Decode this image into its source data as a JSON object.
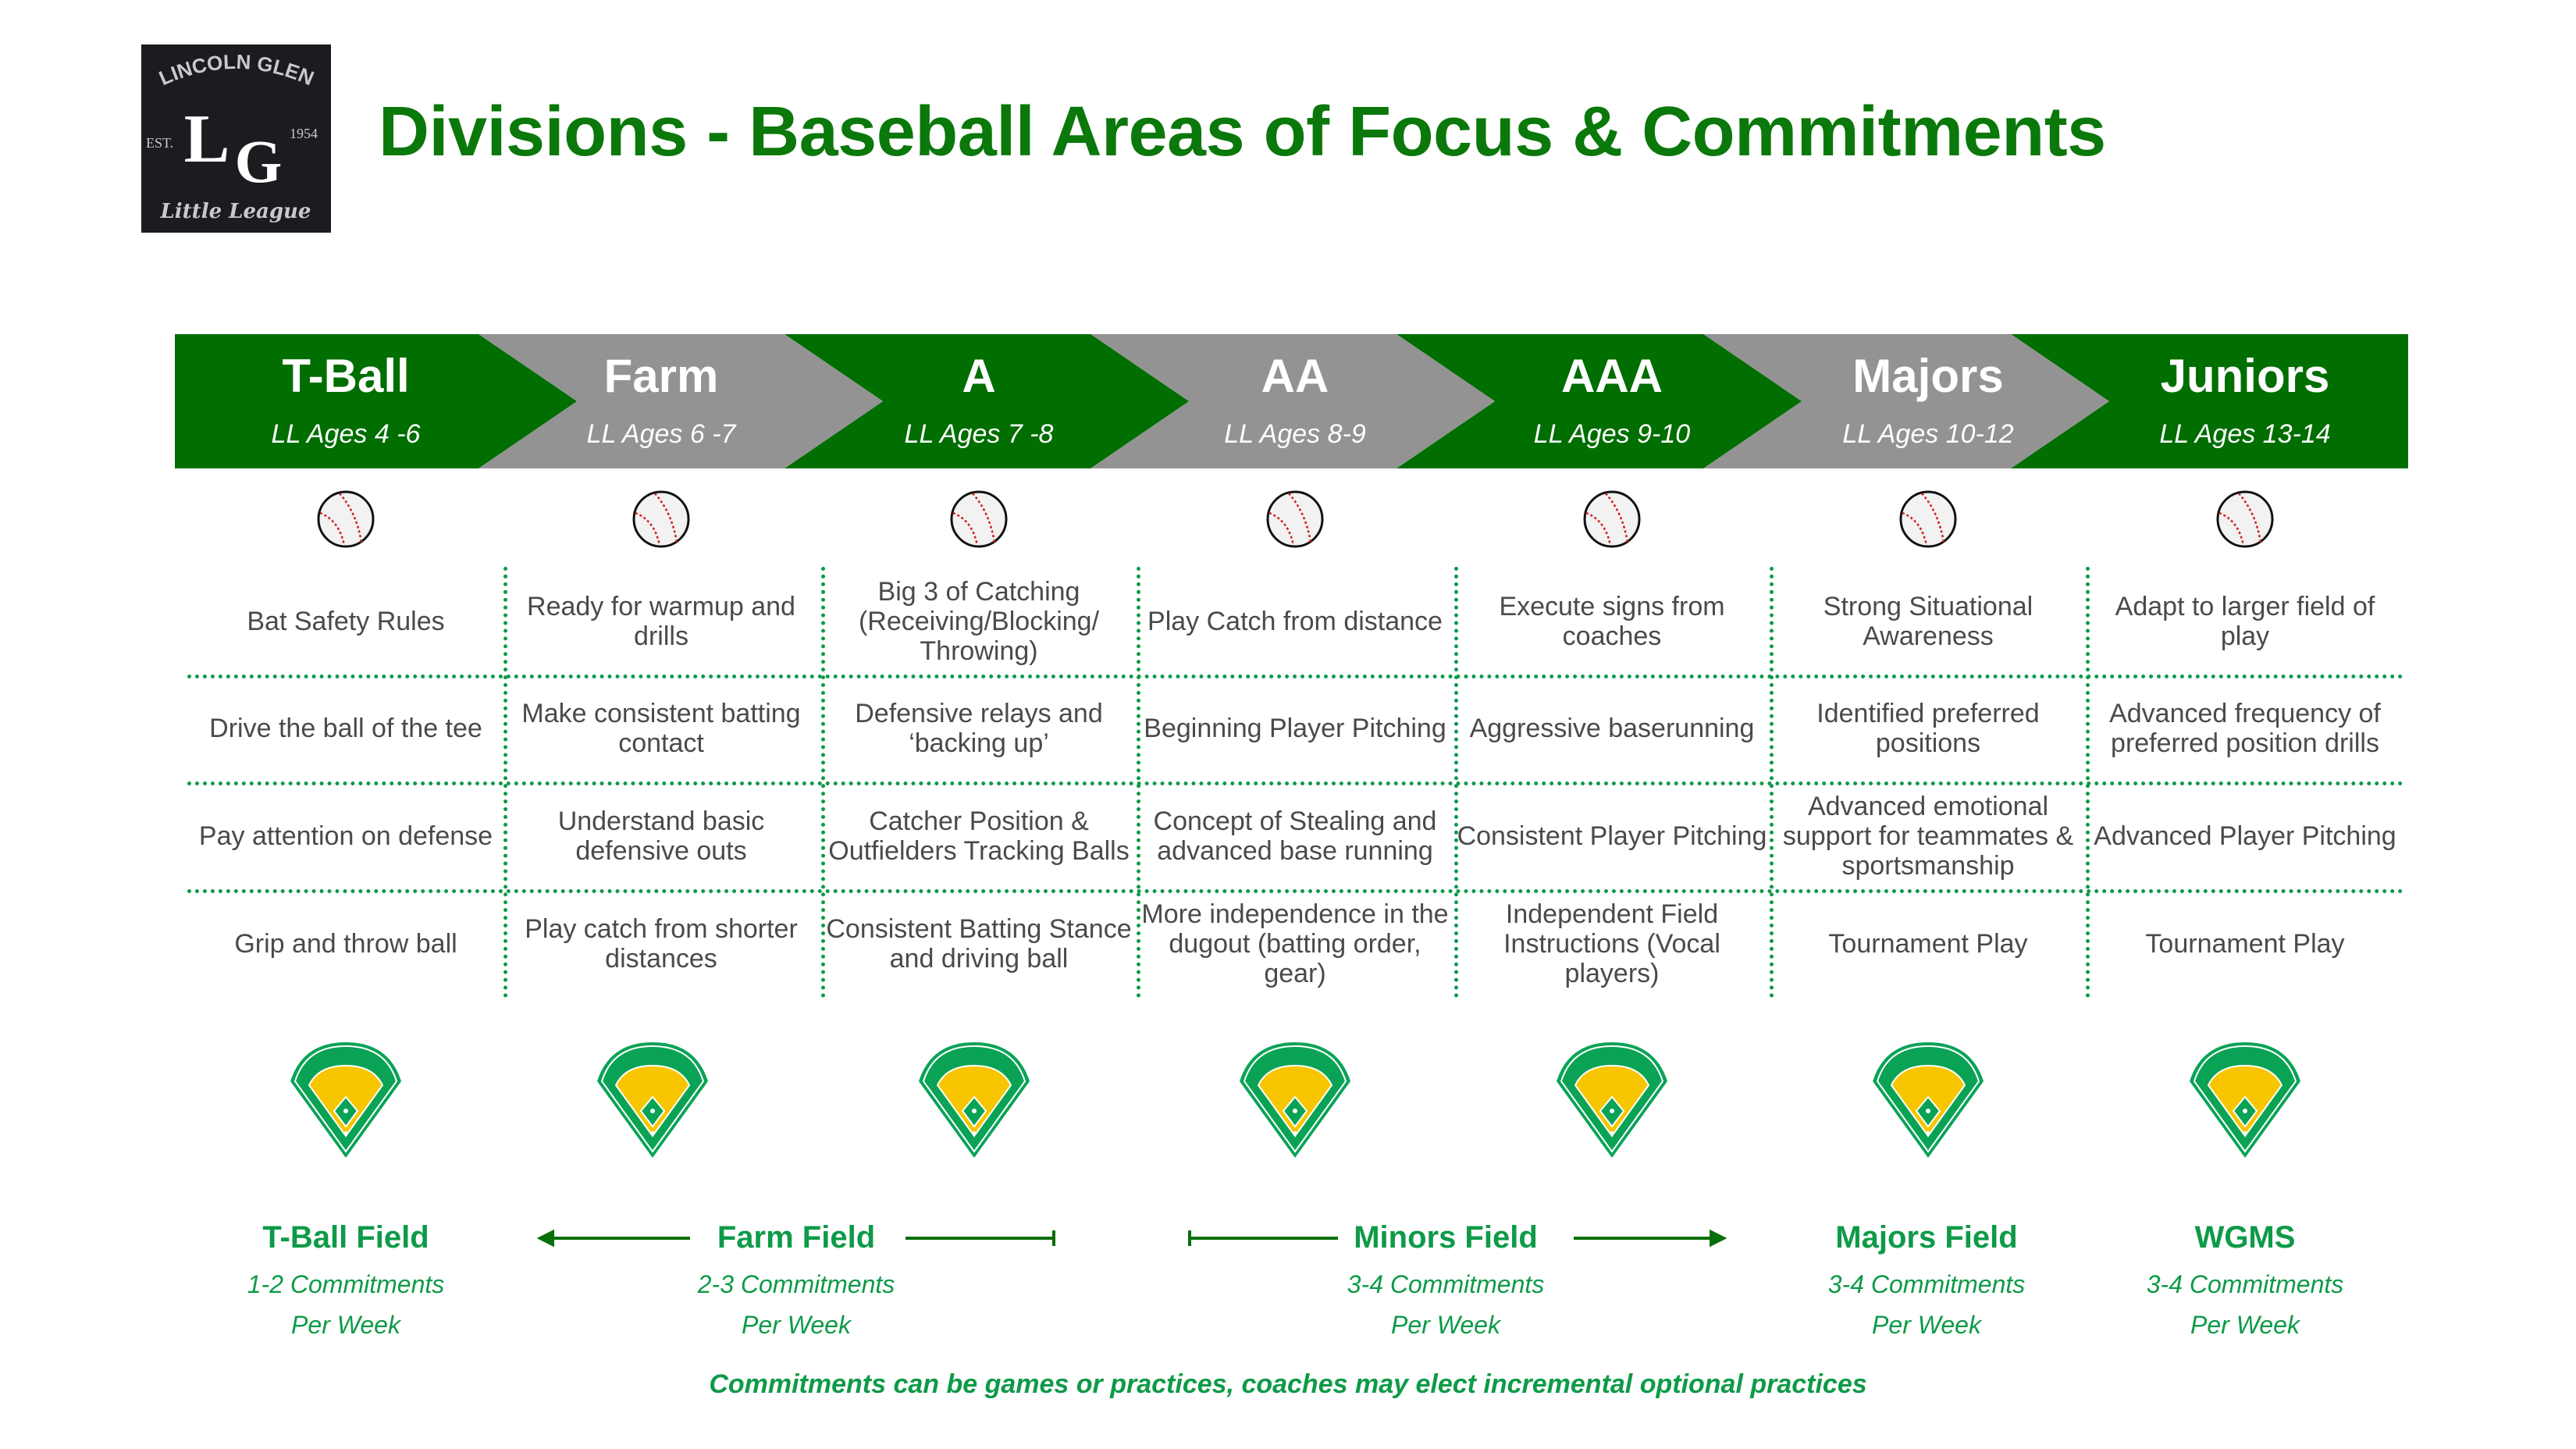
{
  "header": {
    "title": "Divisions - Baseball Areas of Focus & Commitments",
    "logo_text": [
      "LINCOLN GLEN",
      "LG",
      "EST.",
      "1954",
      "Little League"
    ]
  },
  "colors": {
    "green": "#006e00",
    "gray": "#939393",
    "text_green": "#0e9a48"
  },
  "divisions": [
    {
      "name": "T-Ball",
      "ages": "LL Ages 4 -6"
    },
    {
      "name": "Farm",
      "ages": "LL Ages 6 -7"
    },
    {
      "name": "A",
      "ages": "LL Ages 7 -8"
    },
    {
      "name": "AA",
      "ages": "LL Ages 8-9"
    },
    {
      "name": "AAA",
      "ages": "LL Ages 9-10"
    },
    {
      "name": "Majors",
      "ages": "LL Ages 10-12"
    },
    {
      "name": "Juniors",
      "ages": "LL Ages 13-14"
    }
  ],
  "focus_rows": [
    [
      "Bat Safety Rules",
      "Ready for warmup and drills",
      "Big 3 of Catching (Receiving/Blocking/ Throwing)",
      "Play Catch from distance",
      "Execute signs from coaches",
      "Strong Situational Awareness",
      "Adapt to larger field of play"
    ],
    [
      "Drive the ball of the tee",
      "Make consistent batting contact",
      "Defensive relays and ‘backing up’",
      "Beginning Player Pitching",
      "Aggressive baserunning",
      "Identified preferred positions",
      "Advanced frequency of preferred position drills"
    ],
    [
      "Pay attention on defense",
      "Understand basic defensive outs",
      "Catcher Position & Outfielders Tracking Balls",
      "Concept of Stealing and advanced base running",
      "Consistent Player Pitching",
      "Advanced emotional support for teammates & sportsmanship",
      "Advanced Player Pitching"
    ],
    [
      "Grip and throw ball",
      "Play catch from shorter distances",
      "Consistent Batting Stance and driving ball",
      "More independence in the dugout (batting order, gear)",
      "Independent Field Instructions (Vocal players)",
      "Tournament Play",
      "Tournament Play"
    ]
  ],
  "fields": [
    {
      "name": "T-Ball Field",
      "commitments": "1-2 Commitments",
      "per": "Per Week"
    },
    {
      "name": "Farm Field",
      "commitments": "2-3 Commitments",
      "per": "Per Week"
    },
    {
      "name": "Minors Field",
      "commitments": "3-4 Commitments",
      "per": "Per Week"
    },
    {
      "name": "Majors Field",
      "commitments": "3-4 Commitments",
      "per": "Per Week"
    },
    {
      "name": "WGMS",
      "commitments": "3-4 Commitments",
      "per": "Per Week"
    }
  ],
  "footnote": "Commitments can be games or practices, coaches may elect incremental optional practices"
}
